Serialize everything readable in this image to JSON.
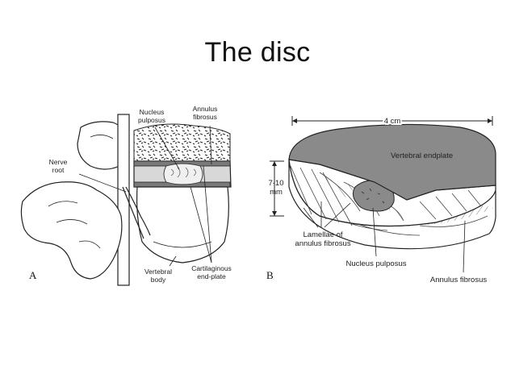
{
  "title": "The disc",
  "figure_a": {
    "panel_letter": "A",
    "labels": {
      "nucleus_pulposus": [
        "Nucleus",
        "pulposus"
      ],
      "annulus_fibrosus": [
        "Annulus",
        "fibrosus"
      ],
      "nerve_root": [
        "Nerve",
        "root"
      ],
      "vertebral_body": [
        "Vertebral",
        "body"
      ],
      "cartilaginous_endplate": [
        "Cartilaginous",
        "end-plate"
      ]
    }
  },
  "figure_b": {
    "panel_letter": "B",
    "width_dimension": "4 cm",
    "height_dimension": [
      "7-10",
      "mm"
    ],
    "labels": {
      "vertebral_endplate": "Vertebral endplate",
      "lamellae": [
        "Lamellae of",
        "annulus fibrosus"
      ],
      "nucleus_pulposus": "Nucleus pulposus",
      "annulus_fibrosus": "Annulus fibrosus"
    }
  }
}
